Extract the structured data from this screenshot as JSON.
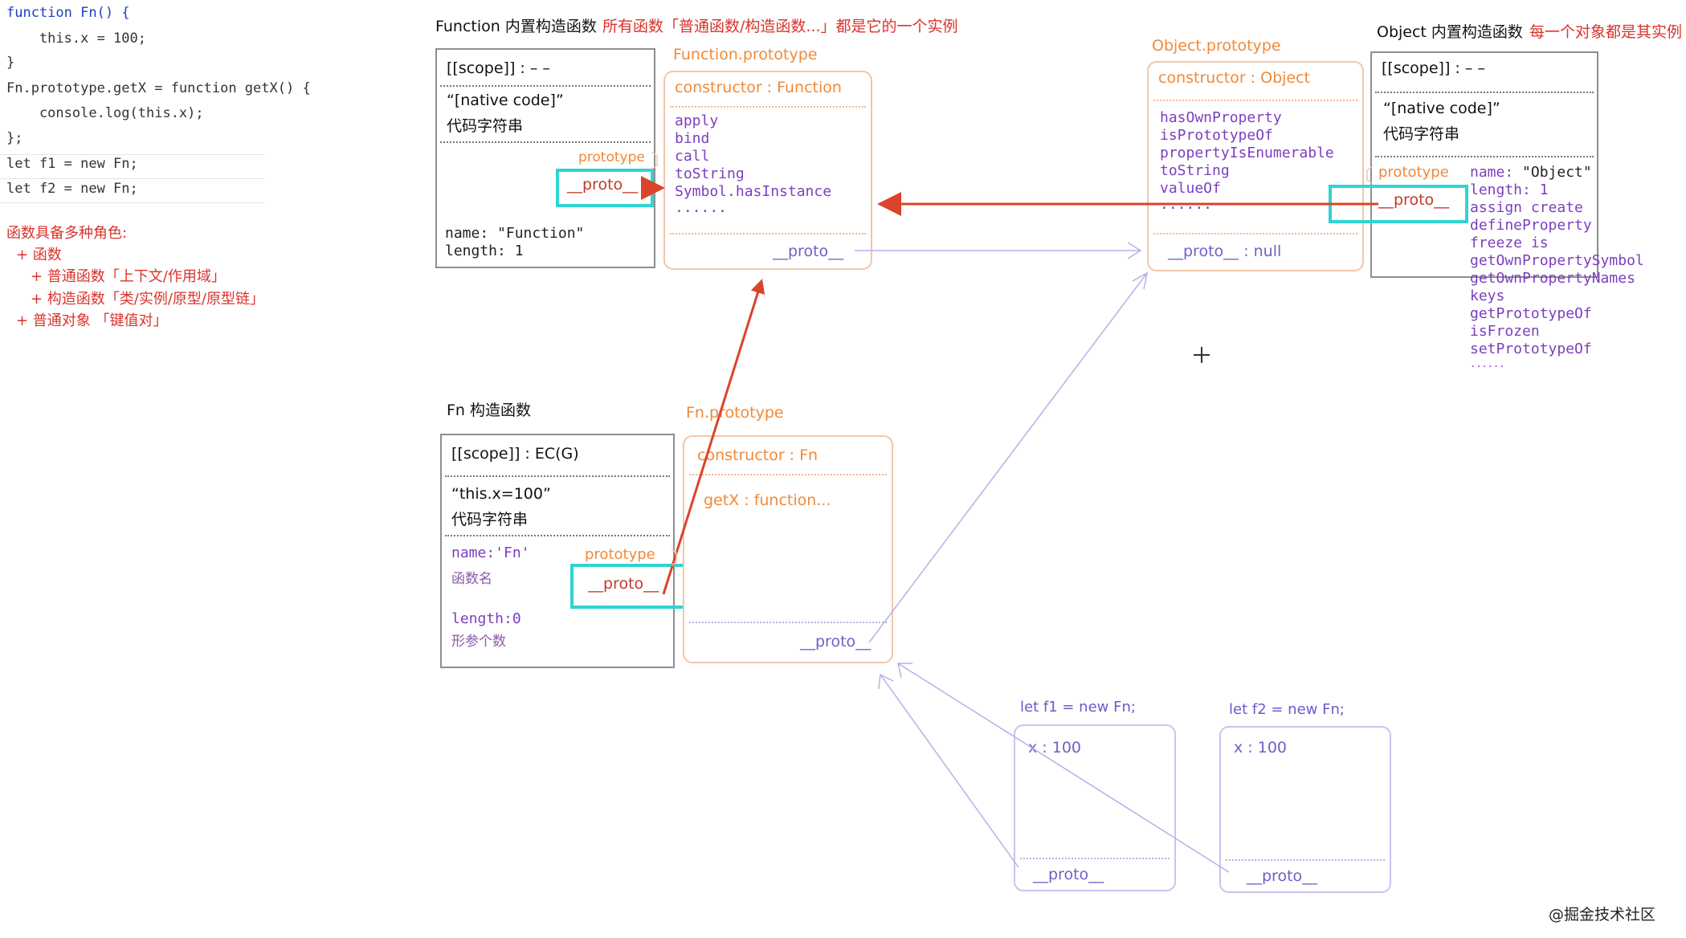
{
  "code": {
    "lines": [
      "function Fn() {",
      "    this.x = 100;",
      "}",
      "Fn.prototype.getX = function getX() {",
      "    console.log(this.x);",
      "};",
      "let f1 = new Fn;",
      "let f2 = new Fn;"
    ]
  },
  "roles": {
    "heading": "函数具备多种角色:",
    "items": [
      "+ 函数",
      "+ 普通函数「上下文/作用域」",
      "+ 构造函数「类/实例/原型/原型链」",
      "+ 普通对象 「键值对」"
    ]
  },
  "function_ctor": {
    "title": "Function 内置构造函数",
    "note": "所有函数「普通函数/构造函数...」都是它的一个实例",
    "scope": "[[scope]] : – –",
    "native_code": "“[native code]”",
    "code_string": "代码字符串",
    "prototype_label": "prototype",
    "proto_label": "__proto__",
    "name": "name: \"Function\"",
    "length": "length: 1"
  },
  "function_prototype": {
    "title": "Function.prototype",
    "constructor": "constructor : Function",
    "methods": [
      "apply",
      "bind",
      "call",
      "toString",
      "Symbol.hasInstance"
    ],
    "ellipsis": "......",
    "proto": "__proto__"
  },
  "object_prototype": {
    "title": "Object.prototype",
    "constructor": "constructor :   Object",
    "methods": [
      "hasOwnProperty",
      "isPrototypeOf",
      "propertyIsEnumerable",
      "toString",
      "valueOf"
    ],
    "ellipsis": "......",
    "proto": "__proto__  : null"
  },
  "object_ctor": {
    "title": "Object 内置构造函数",
    "note": "每一个对象都是其实例",
    "scope": "[[scope]] : – –",
    "native_code": "“[native code]”",
    "code_string": "代码字符串",
    "prototype_label": "prototype",
    "proto_label": "__proto__",
    "props": [
      "name: \"Object\"",
      "length: 1",
      "assign create",
      "defineProperty",
      "freeze  is",
      "getOwnPropertySymbol",
      "getOwnPropertyNames",
      "keys",
      "getPrototypeOf",
      "isFrozen",
      "setPrototypeOf",
      "......"
    ]
  },
  "fn_ctor": {
    "title": "Fn 构造函数",
    "scope": "[[scope]] : EC(G)",
    "this_code": "“this.x=100”",
    "code_string": "代码字符串",
    "name": "name:'Fn'",
    "name_desc": "函数名",
    "length": "length:0",
    "length_desc": "形参个数",
    "prototype_label": "prototype",
    "proto_label": "__proto__"
  },
  "fn_prototype": {
    "title": "Fn.prototype",
    "constructor": "constructor : Fn",
    "getx": "getX : function...",
    "proto": "__proto__"
  },
  "f1": {
    "title": "let f1 = new Fn;",
    "x": "x : 100",
    "proto": "__proto__"
  },
  "f2": {
    "title": "let f2 = new Fn;",
    "x": "x : 100",
    "proto": "__proto__"
  },
  "watermark": "@掘金技术社区",
  "colors": {
    "red_arrow": "#d9442b",
    "highlight": "#2ed4d2",
    "orange": "#ef8a3a",
    "purple_line": "#b7b0e6"
  }
}
